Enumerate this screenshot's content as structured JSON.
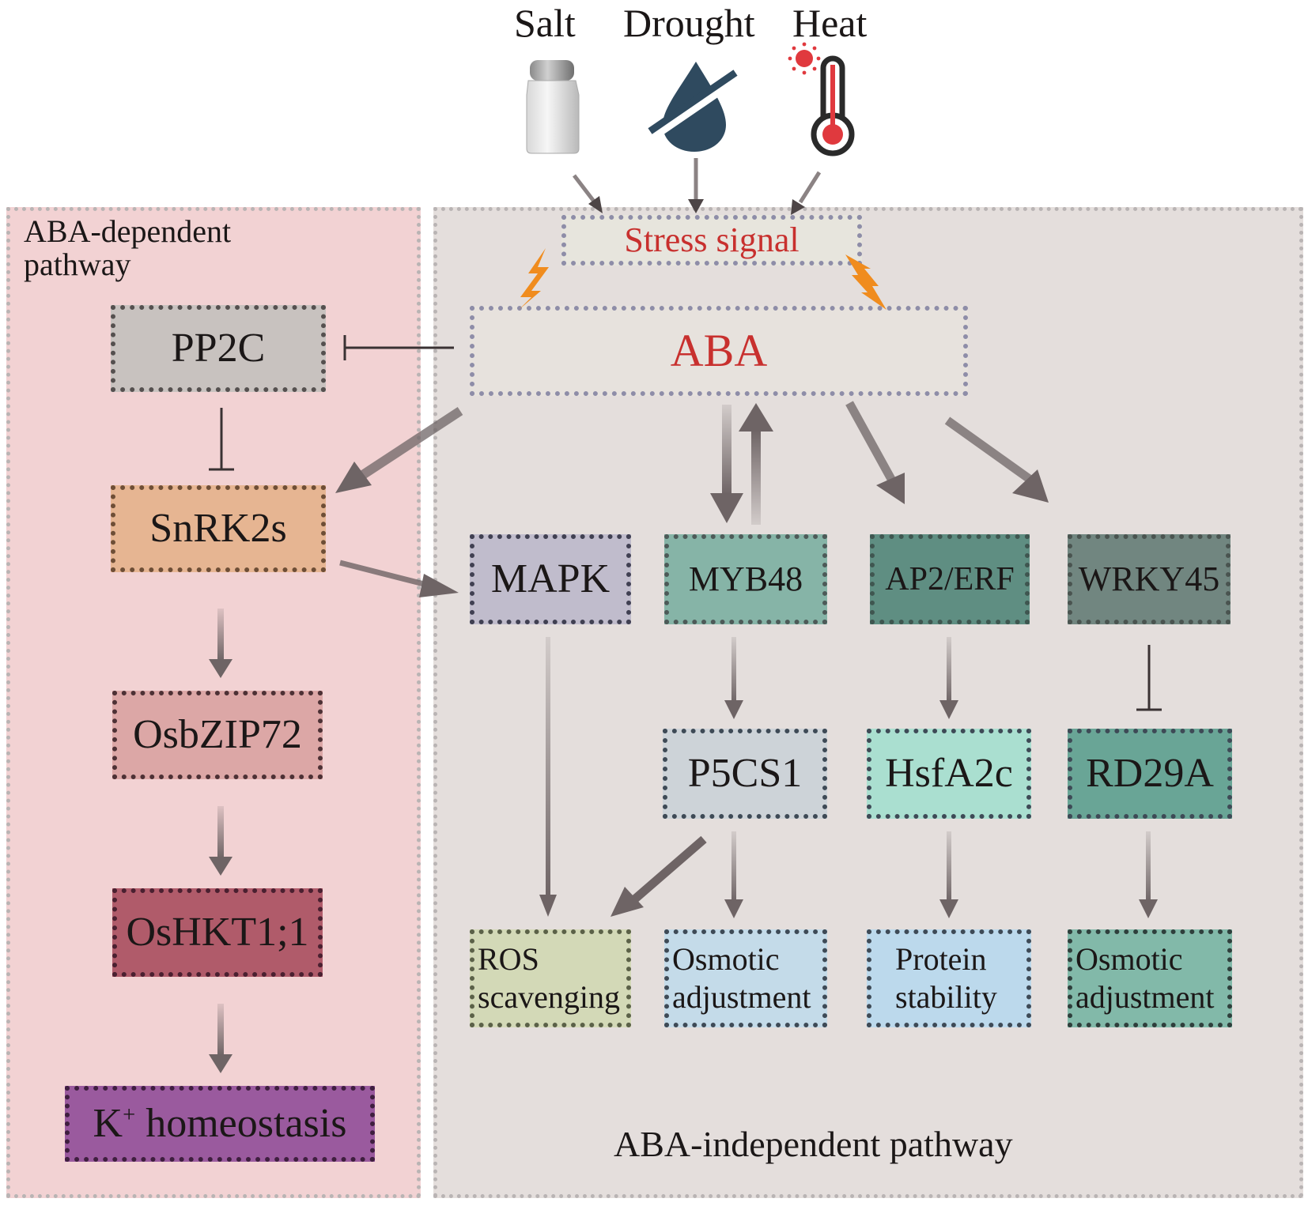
{
  "stressors": [
    {
      "label": "Salt",
      "icon": "salt-shaker-icon"
    },
    {
      "label": "Drought",
      "icon": "no-water-drop-icon"
    },
    {
      "label": "Heat",
      "icon": "thermometer-sun-icon"
    }
  ],
  "panels": {
    "dependent_label": "ABA-dependent pathway",
    "dependent_label_line1": "ABA-dependent",
    "dependent_label_line2": "pathway",
    "independent_label": "ABA-independent pathway"
  },
  "nodes": {
    "stress_signal": "Stress signal",
    "aba": "ABA",
    "pp2c": "PP2C",
    "snrk2s": "SnRK2s",
    "osbzip72": "OsbZIP72",
    "oshkt": "OsHKT1;1",
    "k_homeostasis_k": "K",
    "k_homeostasis_sup": "+",
    "k_homeostasis_rest": " homeostasis",
    "mapk": "MAPK",
    "myb48": "MYB48",
    "ap2erf": "AP2/ERF",
    "wrky45": "WRKY45",
    "p5cs1": "P5CS1",
    "hsfa2c": "HsfA2c",
    "rd29a": "RD29A"
  },
  "outcomes": [
    {
      "line1": "ROS",
      "line2": "scavenging"
    },
    {
      "line1": "Osmotic",
      "line2": "adjustment"
    },
    {
      "line1": "Protein",
      "line2": "stability"
    },
    {
      "line1": "Osmotic",
      "line2": "adjustment"
    }
  ],
  "edges": [
    {
      "from": "Salt",
      "to": "Stress signal",
      "type": "activation"
    },
    {
      "from": "Drought",
      "to": "Stress signal",
      "type": "activation"
    },
    {
      "from": "Heat",
      "to": "Stress signal",
      "type": "activation"
    },
    {
      "from": "Stress signal",
      "to": "ABA",
      "type": "signal"
    },
    {
      "from": "ABA",
      "to": "PP2C",
      "type": "inhibition"
    },
    {
      "from": "PP2C",
      "to": "SnRK2s",
      "type": "inhibition"
    },
    {
      "from": "ABA",
      "to": "SnRK2s",
      "type": "activation"
    },
    {
      "from": "SnRK2s",
      "to": "OsbZIP72",
      "type": "activation"
    },
    {
      "from": "OsbZIP72",
      "to": "OsHKT1;1",
      "type": "activation"
    },
    {
      "from": "OsHKT1;1",
      "to": "K+ homeostasis",
      "type": "activation"
    },
    {
      "from": "SnRK2s",
      "to": "MAPK",
      "type": "activation"
    },
    {
      "from": "ABA",
      "to": "MYB48",
      "type": "activation"
    },
    {
      "from": "MYB48",
      "to": "ABA",
      "type": "activation"
    },
    {
      "from": "ABA",
      "to": "AP2/ERF",
      "type": "activation"
    },
    {
      "from": "ABA",
      "to": "WRKY45",
      "type": "activation"
    },
    {
      "from": "MAPK",
      "to": "ROS scavenging",
      "type": "activation"
    },
    {
      "from": "MYB48",
      "to": "P5CS1",
      "type": "activation"
    },
    {
      "from": "P5CS1",
      "to": "ROS scavenging",
      "type": "activation"
    },
    {
      "from": "P5CS1",
      "to": "Osmotic adjustment",
      "type": "activation"
    },
    {
      "from": "AP2/ERF",
      "to": "HsfA2c",
      "type": "activation"
    },
    {
      "from": "HsfA2c",
      "to": "Protein stability",
      "type": "activation"
    },
    {
      "from": "WRKY45",
      "to": "RD29A",
      "type": "inhibition"
    },
    {
      "from": "RD29A",
      "to": "Osmotic adjustment",
      "type": "activation"
    }
  ],
  "colors": {
    "stress_text": "#c8302e",
    "aba_text": "#c8302e",
    "dependent_bg": "#f2d2d3",
    "independent_bg": "#e4dedc",
    "pp2c": "#c8c2bf",
    "snrk2s": "#e6b592",
    "osbzip72": "#dca7a6",
    "oshkt": "#b05b6a",
    "k_homeostasis": "#9a5a9e",
    "mapk": "#c0bccc",
    "myb48": "#86b4a7",
    "ap2erf": "#5f8e82",
    "wrky45": "#718680",
    "p5cs1": "#cdd3d8",
    "hsfa2c": "#aadfd0",
    "rd29a": "#69a596",
    "ros": "#d3d9b7",
    "osmotic1": "#c4dbe9",
    "protein": "#bcd9ec",
    "osmotic2": "#82b9a9",
    "arrow": "#6e6465",
    "lightning": "#f08c1e"
  }
}
